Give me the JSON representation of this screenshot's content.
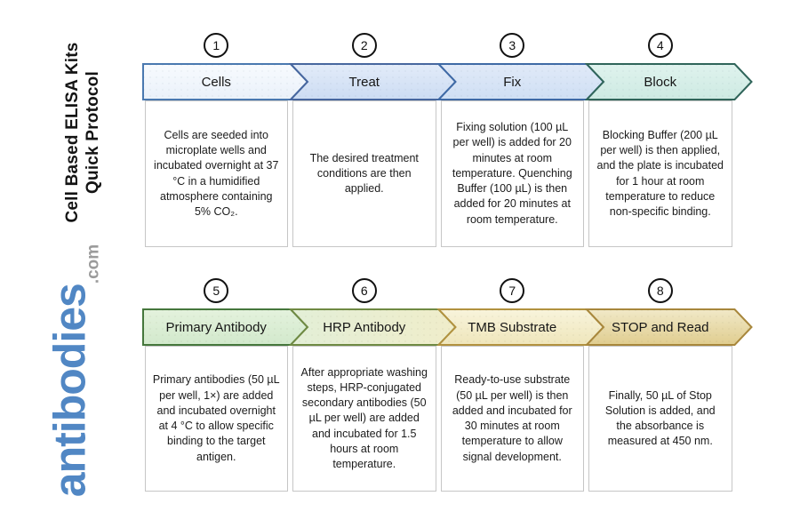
{
  "branding": {
    "title_lines": [
      "Cell Based ELISA Kits",
      "Quick Protocol"
    ],
    "logo_main": "antibodies",
    "logo_suffix": ".com",
    "logo_color": "#5187c4",
    "logo_suffix_color": "#9b9b9b"
  },
  "steps": [
    {
      "number": "1",
      "label": "Cells",
      "description": "Cells are seeded into microplate wells and incubated overnight at 37 °C in a humidified atmosphere containing 5% CO₂.",
      "fill_top": "#f8fbfe",
      "fill_bottom": "#eaf1fa",
      "border": "#4a79b0"
    },
    {
      "number": "2",
      "label": "Treat",
      "description": "The desired treatment conditions are then applied.",
      "fill_top": "#e3ecf9",
      "fill_bottom": "#ccdcf3",
      "border": "#47679f"
    },
    {
      "number": "3",
      "label": "Fix",
      "description": "Fixing solution (100 µL per well) is added for 20 minutes at room temperature. Quenching Buffer (100 µL) is then added for 20 minutes at room temperature.",
      "fill_top": "#e1eaf8",
      "fill_bottom": "#cfdff4",
      "border": "#3f6aa6"
    },
    {
      "number": "4",
      "label": "Block",
      "description": "Blocking Buffer (200 µL per well) is then applied, and the plate is incubated for 1 hour at room temperature to reduce non-specific binding.",
      "fill_top": "#e0f3ee",
      "fill_bottom": "#cdeae2",
      "border": "#30655a"
    },
    {
      "number": "5",
      "label": "Primary Antibody",
      "description": "Primary antibodies (50 µL per well, 1×) are added and incubated overnight at 4 °C to allow specific binding to the target antigen.",
      "fill_top": "#e4f2dd",
      "fill_bottom": "#d2e9cc",
      "border": "#45773c"
    },
    {
      "number": "6",
      "label": "HRP Antibody",
      "description": "After appropriate washing steps, HRP-conjugated secondary antibodies (50 µL per well) are added and incubated for 1.5 hours at room temperature.",
      "fill_top": "#e3efd7",
      "fill_bottom": "#f0edca",
      "border": "#6f8a43"
    },
    {
      "number": "7",
      "label": "TMB Substrate",
      "description": "Ready-to-use substrate (50 µL per well) is then added and incubated for 30 minutes at room temperature to allow signal development.",
      "fill_top": "#f8f4dc",
      "fill_bottom": "#efe6bb",
      "border": "#b2923f"
    },
    {
      "number": "8",
      "label": "STOP and Read",
      "description": "Finally, 50 µL of Stop Solution is added, and the absorbance is measured at 450 nm.",
      "fill_top": "#f1e9c8",
      "fill_bottom": "#e0cd8f",
      "border": "#a8873c"
    }
  ]
}
